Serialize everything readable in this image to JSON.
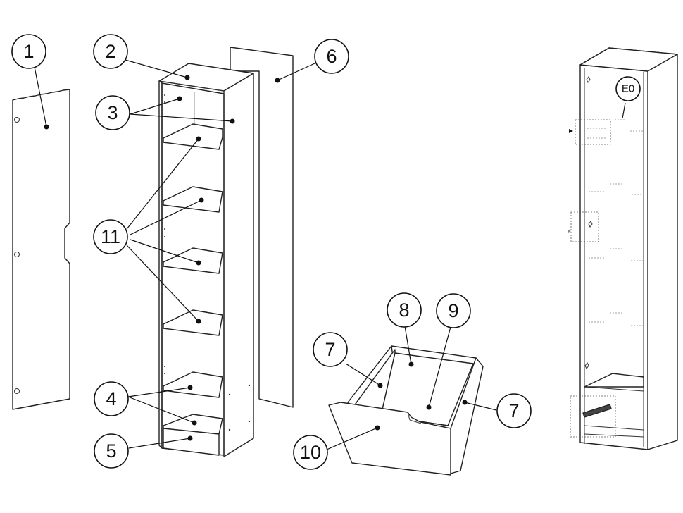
{
  "callouts": [
    {
      "id": "c1",
      "label": "1"
    },
    {
      "id": "c2",
      "label": "2"
    },
    {
      "id": "c3",
      "label": "3"
    },
    {
      "id": "c4",
      "label": "4"
    },
    {
      "id": "c5",
      "label": "5"
    },
    {
      "id": "c6",
      "label": "6"
    },
    {
      "id": "c7a",
      "label": "7"
    },
    {
      "id": "c7b",
      "label": "7"
    },
    {
      "id": "c8",
      "label": "8"
    },
    {
      "id": "c9",
      "label": "9"
    },
    {
      "id": "c10",
      "label": "10"
    },
    {
      "id": "c11",
      "label": "11"
    }
  ],
  "fitting_callout": {
    "label": "E0"
  }
}
